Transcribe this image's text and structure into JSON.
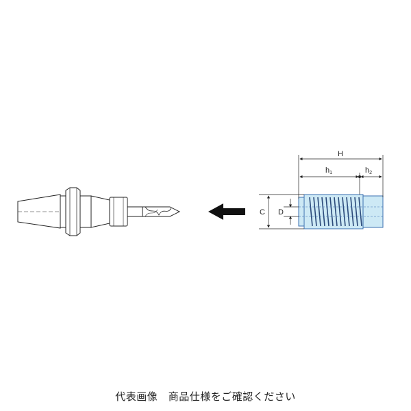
{
  "dimensions": {
    "H": "H",
    "h1_main": "h",
    "h1_sub": "1",
    "h2_main": "h",
    "h2_sub": "2",
    "C": "C",
    "D": "D"
  },
  "caption": "代表画像　商品仕様をご確認ください",
  "colors": {
    "line": "#222222",
    "sleeve_fill": "#cde9f5",
    "sleeve_stroke": "#3a6fb0",
    "arrow": "#111111"
  }
}
